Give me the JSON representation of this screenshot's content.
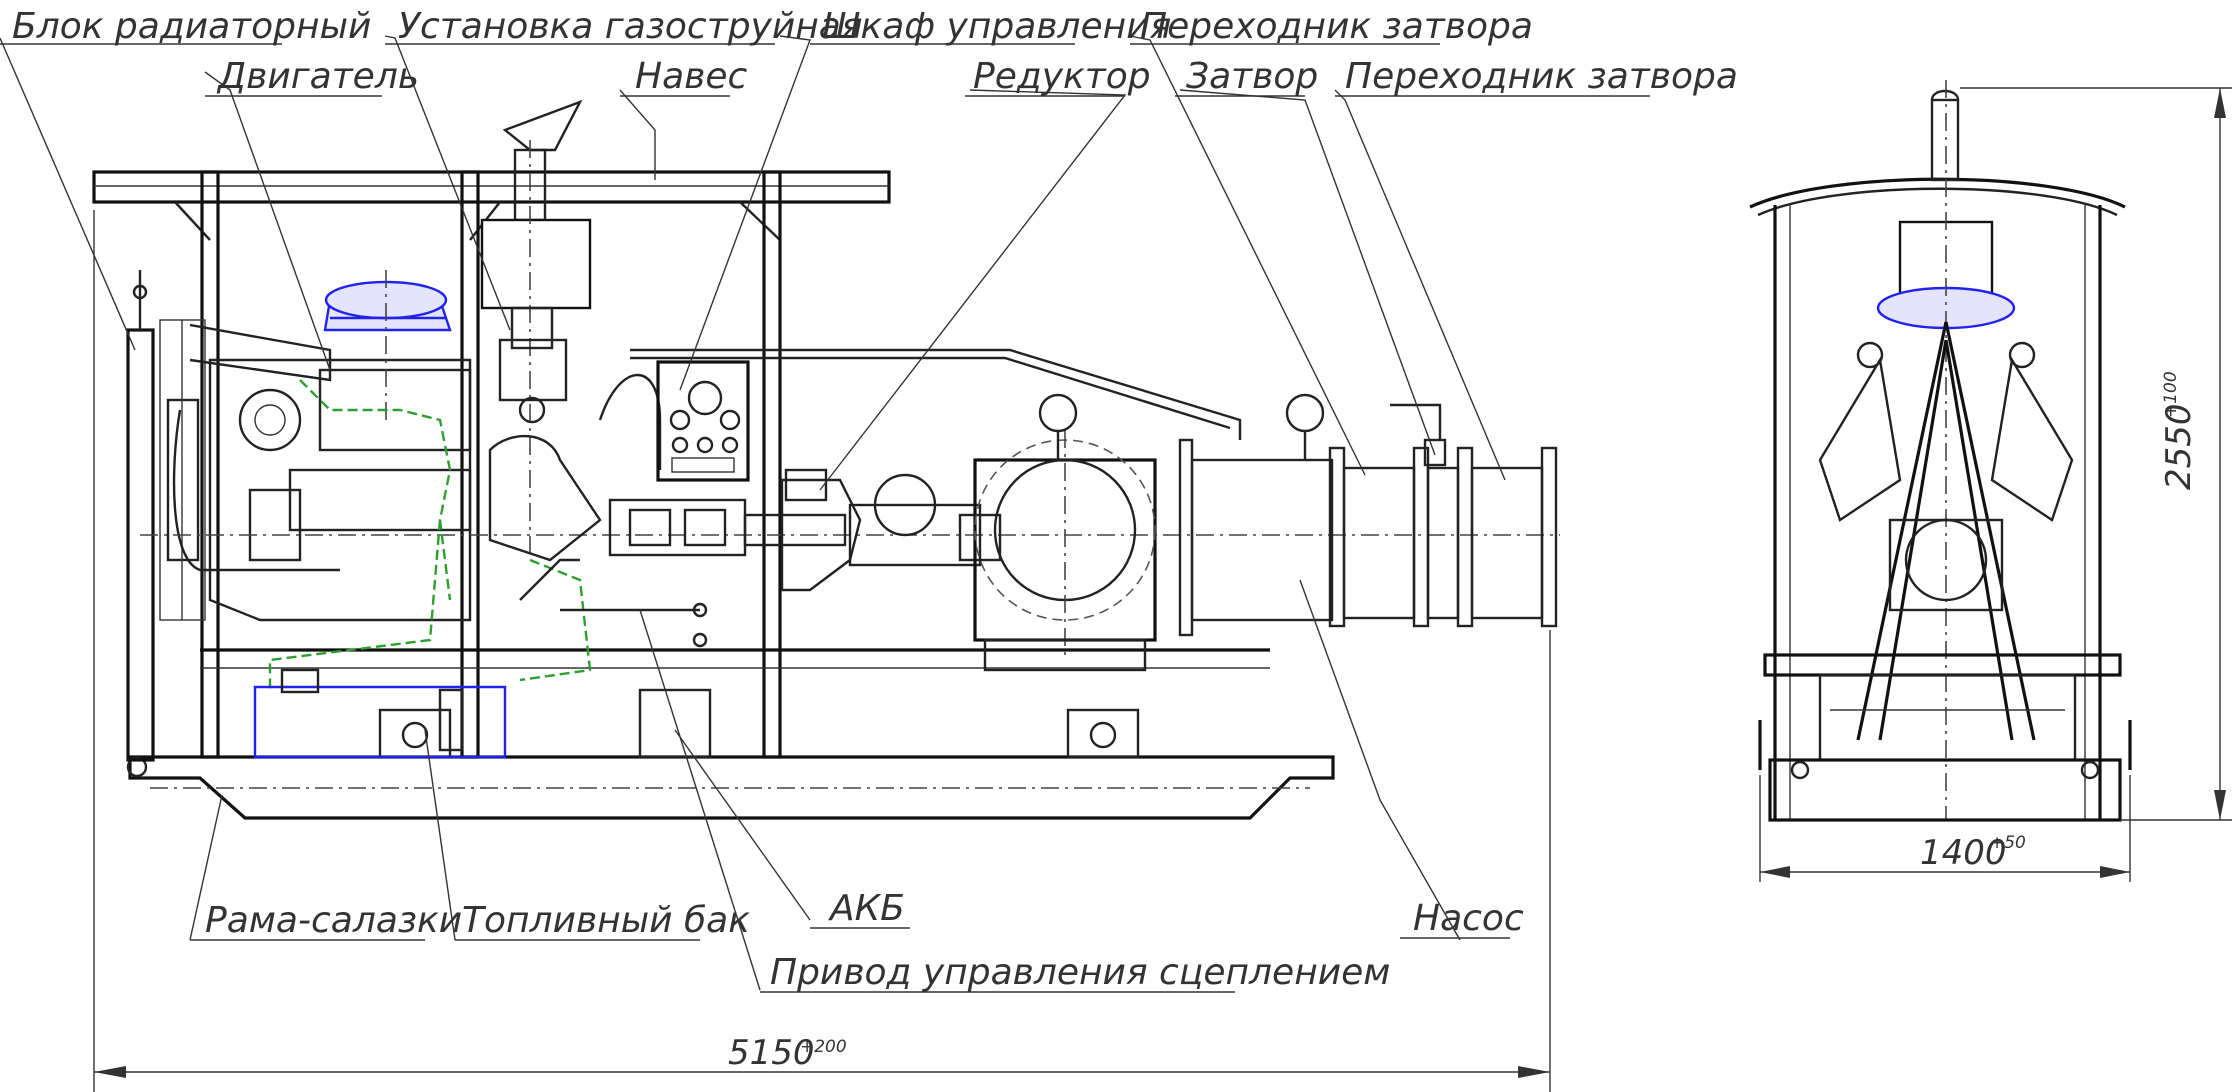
{
  "labels": {
    "radiator": "Блок радиаторный",
    "engine": "Двигатель",
    "gas_jet": "Установка газоструйная",
    "control_cabinet": "Шкаф управления",
    "gate_adapter_top": "Переходник затвора",
    "canopy": "Навес",
    "gearbox": "Редуктор",
    "gate": "Затвор",
    "gate_adapter": "Переходник затвора",
    "skid_frame": "Рама-салазки",
    "fuel_tank": "Топливный бак",
    "battery": "АКБ",
    "pump": "Насос",
    "clutch_drive": "Привод управления сцеплением"
  },
  "dimensions": {
    "length_value": "5150",
    "length_tol": "+200",
    "width_value": "1400",
    "width_tol": "+50",
    "height_value": "2550",
    "height_tol": "+100"
  },
  "colors": {
    "line": "#222222",
    "fuel_lines": "#2e9e2e",
    "filter_and_tank": "#2222ee"
  }
}
